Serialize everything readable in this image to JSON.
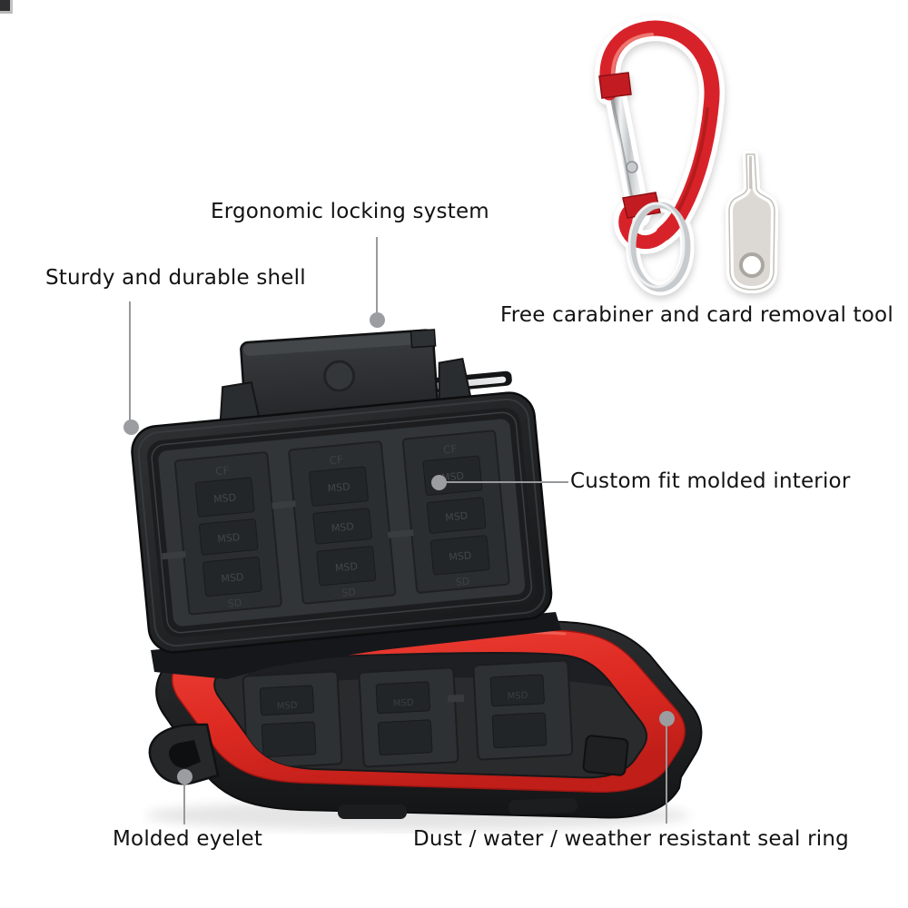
{
  "page": {
    "background": "#ffffff"
  },
  "corner_icon": {
    "name": "cropped-image-fragment"
  },
  "callouts": {
    "locking": {
      "label": "Ergonomic locking system"
    },
    "shell": {
      "label": "Sturdy and durable shell"
    },
    "accessories": {
      "label": "Free carabiner and card removal tool"
    },
    "interior": {
      "label": "Custom fit molded interior"
    },
    "eyelet": {
      "label": "Molded eyelet"
    },
    "seal": {
      "label": "Dust / water / weather resistant seal ring"
    }
  },
  "product": {
    "type": "waterproof memory card case with carabiner and card removal tool",
    "slot_labels": {
      "cf": "CF",
      "msd": "MSD",
      "sd": "SD"
    },
    "colors": {
      "case_black": "#202224",
      "interior_gray": "#323538",
      "seal_red": "#e23227",
      "carabiner_red": "#d8242b",
      "silver": "#d9dadb",
      "callout_gray": "#97999b",
      "label_text": "#121212"
    }
  }
}
